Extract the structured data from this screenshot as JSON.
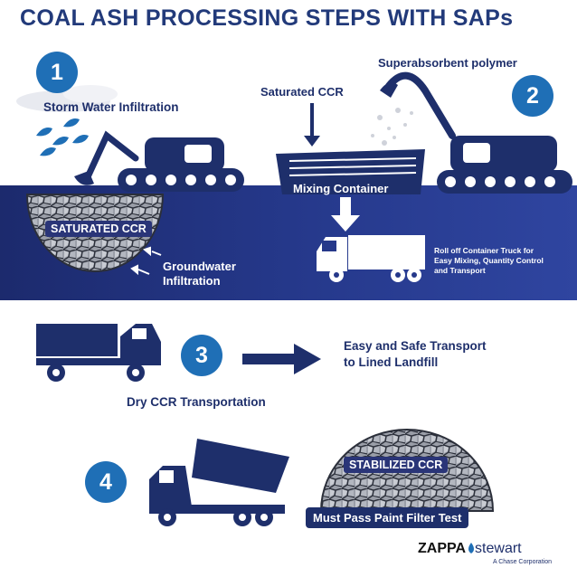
{
  "title": "COAL ASH PROCESSING STEPS WITH SAPs",
  "steps": [
    {
      "number": "1",
      "label": "Storm Water Infiltration"
    },
    {
      "number": "2",
      "label": "Superabsorbent polymer"
    },
    {
      "number": "3",
      "label": "Dry CCR Transportation"
    },
    {
      "number": "4",
      "label": "Must Pass Paint Filter Test"
    }
  ],
  "labels": {
    "saturated_ccr_top": "Saturated CCR",
    "mixing_container": "Mixing Container",
    "saturated_ccr_pile": "SATURATED CCR",
    "groundwater_line1": "Groundwater",
    "groundwater_line2": "Infiltration",
    "truck_note_line1": "Roll off Container Truck for",
    "truck_note_line2": "Easy Mixing, Quantity Control",
    "truck_note_line3": "and Transport",
    "transport_line1": "Easy and Safe Transport",
    "transport_line2": "to Lined Landfill",
    "stabilized_ccr": "STABILIZED CCR"
  },
  "logo": {
    "brand_left": "ZAPPA",
    "brand_right": "stewart",
    "sub": "A Chase Corporation"
  },
  "colors": {
    "navy": "#1e2f6b",
    "accent_blue": "#1f6fb6",
    "band": "#25388a"
  }
}
